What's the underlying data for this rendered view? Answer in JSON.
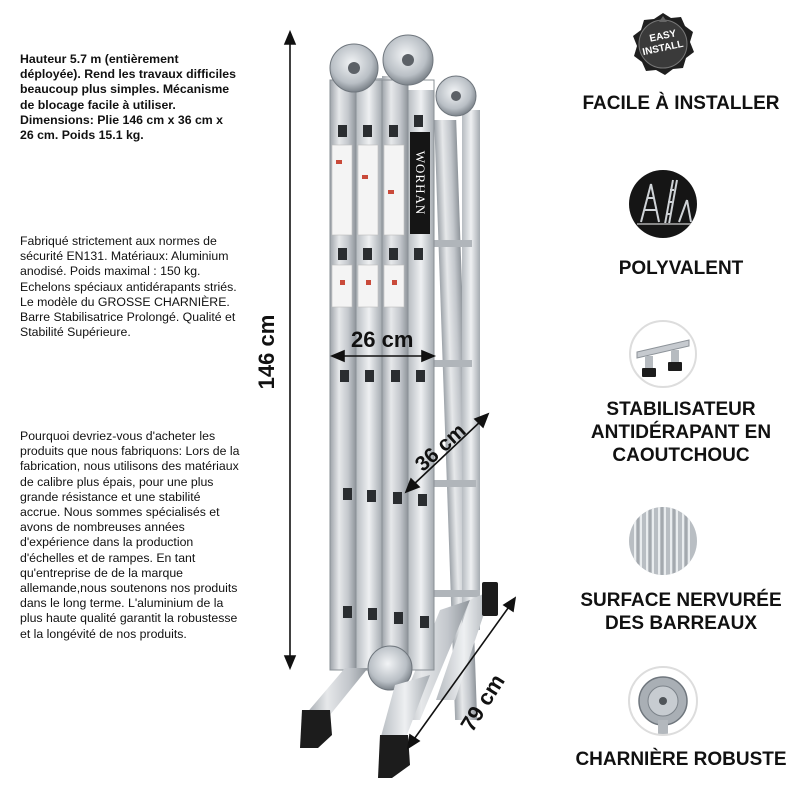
{
  "description": {
    "summary": "Hauteur 5.7 m (entièrement déployée). Rend les travaux difficiles beaucoup plus simples. Mécanisme de blocage facile à utiliser. Dimensions: Plie 146 cm x 36 cm x 26 cm. Poids 15.1 kg.",
    "specs": "Fabriqué strictement aux normes de sécurité EN131. Matériaux: Aluminium anodisé. Poids maximal : 150 kg. Echelons spéciaux antidérapants striés. Le modèle du GROSSE CHARNIÈRE. Barre Stabilisatrice Prolongé. Qualité et Stabilité Supérieure.",
    "why": "Pourquoi devriez-vous d'acheter les produits que nous fabriquons: Lors de la fabrication, nous utilisons des matériaux de calibre plus épais, pour une plus grande résistance et une stabilité accrue. Nous sommes spécialisés et avons de nombreuses années d'expérience dans la production d'échelles et de rampes. En tant qu'entreprise de de la marque allemande,nous soutenons nos produits dans le long terme. L'aluminium de la plus haute qualité garantit la robustesse et la longévité de nos produits."
  },
  "dimensions": {
    "height": "146 cm",
    "width": "26 cm",
    "depth": "36 cm",
    "base": "79 cm"
  },
  "brand": "WORHAN",
  "badge": {
    "line1": "EASY",
    "line2": "INSTALL"
  },
  "features": [
    {
      "label": "FACILE À INSTALLER",
      "icon": "easy-install-badge-icon"
    },
    {
      "label": "POLYVALENT",
      "icon": "ladder-configurations-icon"
    },
    {
      "label": "STABILISATEUR ANTIDÉRAPANT EN CAOUTCHOUC",
      "icon": "stabilizer-foot-icon"
    },
    {
      "label": "SURFACE NERVURÉE DES BARREAUX",
      "icon": "ribbed-surface-icon"
    },
    {
      "label": "CHARNIÈRE ROBUSTE",
      "icon": "hinge-icon"
    }
  ],
  "colors": {
    "accent": "#111111",
    "aluminium": "#c9cdd2",
    "rubber": "#1c1c1c"
  }
}
